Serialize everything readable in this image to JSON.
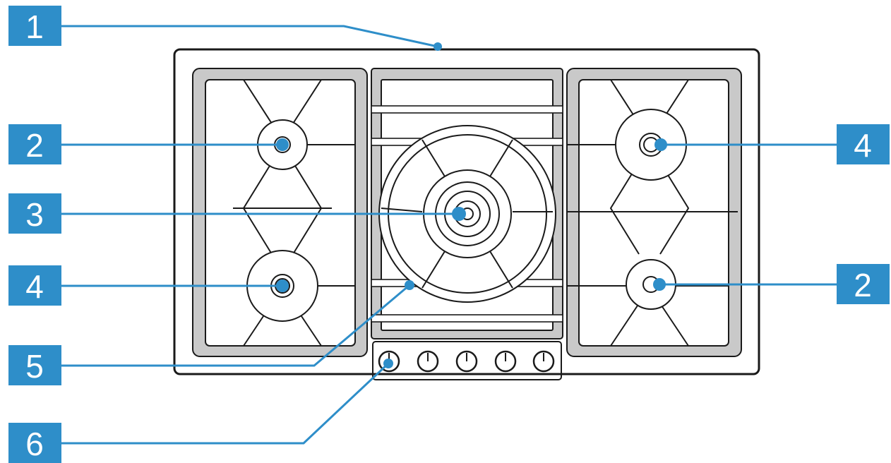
{
  "callouts": [
    {
      "id": "1",
      "label": "1"
    },
    {
      "id": "2a",
      "label": "2"
    },
    {
      "id": "3",
      "label": "3"
    },
    {
      "id": "4a",
      "label": "4"
    },
    {
      "id": "5",
      "label": "5"
    },
    {
      "id": "6",
      "label": "6"
    },
    {
      "id": "4b",
      "label": "4"
    },
    {
      "id": "2b",
      "label": "2"
    }
  ],
  "colors": {
    "accent": "#2e8ec9",
    "line": "#1a1a1a",
    "grate": "#c9c9c9"
  }
}
